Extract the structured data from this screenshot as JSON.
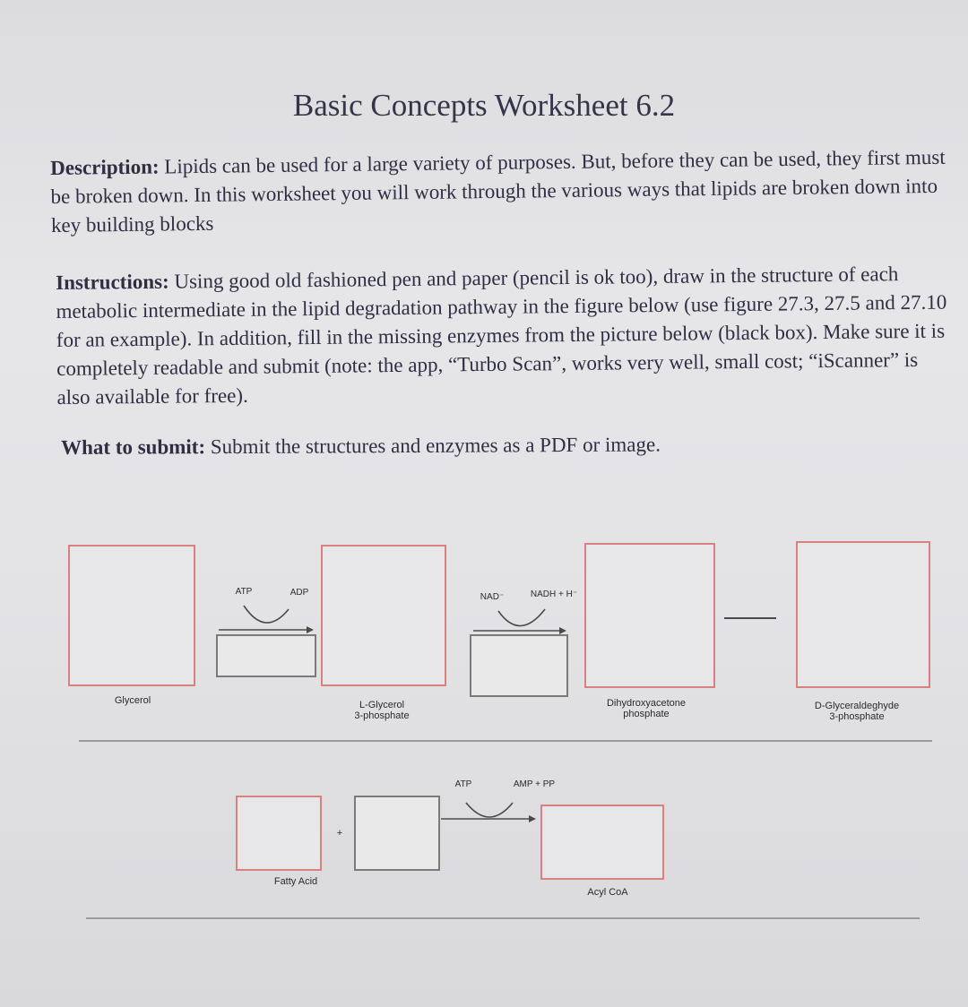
{
  "title": "Basic Concepts Worksheet 6.2",
  "description": {
    "label": "Description:",
    "text": " Lipids can be used for a large variety of purposes. But, before they can be used, they first must be broken down. In this worksheet you will work through the various ways that lipids are broken down into key building blocks"
  },
  "instructions": {
    "label": "Instructions:",
    "text": " Using good old fashioned pen and paper (pencil is ok too), draw in the structure of each metabolic intermediate in the lipid degradation pathway in the figure below (use figure 27.3, 27.5 and 27.10 for an example). In addition, fill in the missing enzymes from the picture below (black box). Make sure it is completely readable and submit (note: the app, “Turbo Scan”, works very well, small cost; “iScanner” is also available for free)."
  },
  "submit": {
    "label": "What to submit:",
    "text": " Submit the structures and enzymes as a PDF or image."
  },
  "figure": {
    "glycerol_pathway": {
      "glycerol": "Glycerol",
      "l_glycerol_3p": [
        "L-Glycerol",
        "3-phosphate"
      ],
      "dhap": [
        "Dihydroxyacetone",
        "phosphate"
      ],
      "g3p": [
        "D-Glyceraldeghyde",
        "3-phosphate"
      ],
      "cofactors_1": {
        "in": "ATP",
        "out": "ADP"
      },
      "cofactors_2": {
        "in": "NAD⁻",
        "out": "NADH + H⁻"
      }
    },
    "fatty_acid_pathway": {
      "fatty_acid": "Fatty Acid",
      "plus": "+",
      "acyl_coa": "Acyl CoA",
      "cofactors": {
        "in": "ATP",
        "out": "AMP + PP"
      }
    }
  }
}
